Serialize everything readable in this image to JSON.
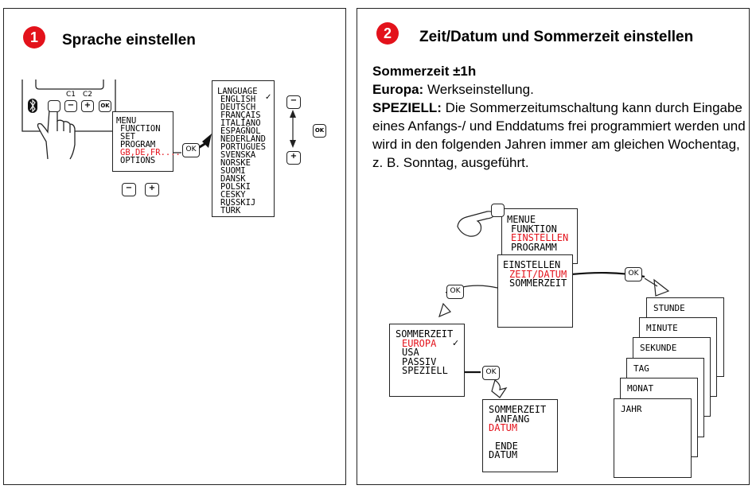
{
  "panel1": {
    "step": "1",
    "title": "Sprache einstellen",
    "device": {
      "c1": "C1",
      "c2": "C2",
      "minus": "−",
      "plus": "+",
      "ok": "OK"
    },
    "menu_lines": [
      "MENU",
      "FUNCTION",
      "SET",
      "PROGRAM",
      "GB,DE,FR....",
      "OPTIONS"
    ],
    "ok_label": "OK",
    "lang_lines": [
      "LANGUAGE",
      "ENGLISH",
      "DEUTSCH",
      "FRANÇAIS",
      "ITALIANO",
      "ESPAGÑOL",
      "NEDERLAND",
      "PORTUGUES",
      "SVENSKA",
      "NORSKE",
      "SUOMI",
      "DANSK",
      "POLSKI",
      "CESKY",
      "RUSSKIJ",
      "TÜRK"
    ],
    "check": "✓",
    "minus": "−",
    "plus": "+"
  },
  "panel2": {
    "step": "2",
    "title": "Zeit/Datum und Sommerzeit einstellen",
    "heading": "Sommerzeit ±1h",
    "europa_label": "Europa:",
    "europa_text": " Werkseinstellung.",
    "speziell_label": "SPEZIELL:",
    "speziell_text": " Die Sommerzeitumschaltung kann durch Eingabe eines Anfangs-/ und Enddatums frei program­miert werden und wird in den folgenden Jahren immer am gleichen Wochentag, z. B. Sonntag, ausgeführt.",
    "menu_lines": [
      "MENUE",
      "FUNKTION",
      "EINSTELLEN",
      "PROGRAMM"
    ],
    "einstellen_lines": [
      "EINSTELLEN",
      "ZEIT/DATUM",
      "SOMMERZEIT"
    ],
    "sommerzeit_lines": [
      "SOMMERZEIT",
      "EUROPA",
      "USA",
      "PASSIV",
      "SPEZIELL"
    ],
    "anfang_lines": [
      "SOMMERZEIT",
      "ANFANG",
      "DATUM",
      "",
      "ENDE",
      "DATUM"
    ],
    "stack_labels": [
      "STUNDE",
      "MINUTE",
      "SEKUNDE",
      "TAG",
      "MONAT",
      "JAHR"
    ],
    "ok_label": "OK",
    "check": "✓"
  },
  "colors": {
    "accent": "#e3121b",
    "ink": "#000000"
  }
}
